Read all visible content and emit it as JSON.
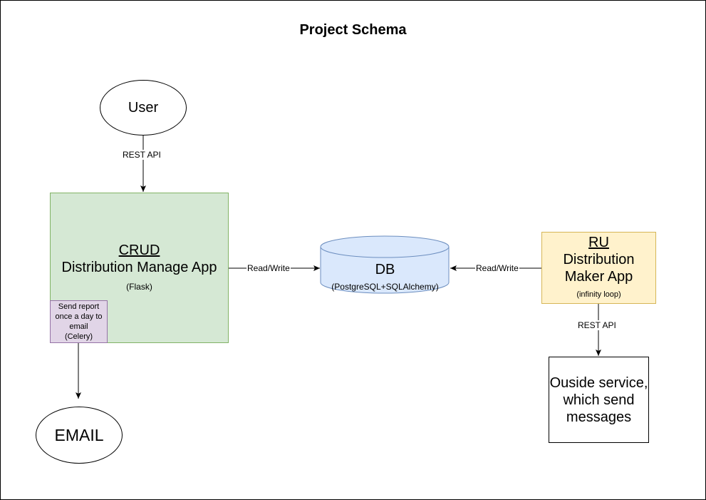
{
  "diagram": {
    "title": "Project Schema",
    "nodes": {
      "user": {
        "label": "User"
      },
      "crud_app": {
        "heading": "CRUD",
        "name": "Distribution Manage App",
        "tech": "(Flask)",
        "fill": "#d5e8d4",
        "stroke": "#82b366"
      },
      "celery_task": {
        "lines": [
          "Send report",
          "once a day to",
          "email",
          "(Celery)"
        ],
        "fill": "#e1d5e7",
        "stroke": "#9673a6"
      },
      "email": {
        "label": "EMAIL"
      },
      "db": {
        "label": "DB",
        "tech": "(PostgreSQL+SQLAlchemy)",
        "fill": "#dae8fc",
        "stroke": "#6c8ebf"
      },
      "ru_app": {
        "heading": "RU",
        "name_lines": [
          "Distribution",
          "Maker App"
        ],
        "note": "(infinity loop)",
        "fill": "#fff2cc",
        "stroke": "#d6b656"
      },
      "outside_service": {
        "lines": [
          "Ouside service,",
          "which send",
          "messages"
        ]
      }
    },
    "edges": {
      "user_to_crud": "REST API",
      "crud_to_db": "Read/Write",
      "ru_to_db": "Read/Write",
      "ru_to_outside": "REST API"
    }
  }
}
